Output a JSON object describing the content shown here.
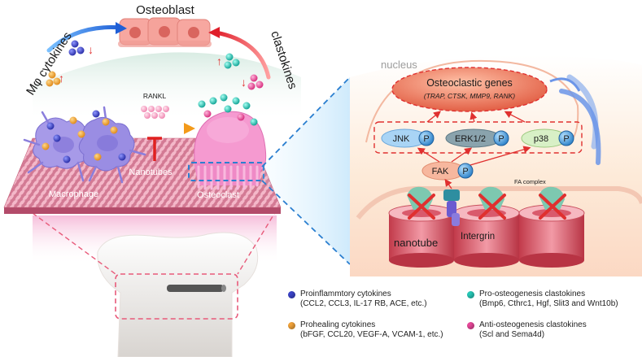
{
  "labels": {
    "osteoblast": "Osteoblast",
    "mphi_cytokines": "Mφ cytokines",
    "clastokines": "clastokines",
    "rankl": "RANKL",
    "nanotubes": "Nanotubes",
    "macrophage": "Macrophage",
    "osteoclast": "Osteoclast",
    "nucleus": "nucleus",
    "osteoclastic_genes": "Osteoclastic genes",
    "osteoclastic_genes_list": "(TRAP, CTSK, MMP9, RANK)",
    "jnk": "JNK",
    "erk": "ERK1/2",
    "p38": "p38",
    "p": "P",
    "fak": "FAK",
    "fa_complex": "FA complex",
    "nanotube": "nanotube",
    "integrin": "Intergrin",
    "up_arrow": "↑",
    "down_arrow": "↓"
  },
  "legend": [
    {
      "color": "#3b44c9",
      "title": "Proinflammtory cytokines",
      "detail": "(CCL2, CCL3, IL-17 RB, ACE, etc.)"
    },
    {
      "color": "#f2a33a",
      "title": "Prohealing cytokines",
      "detail": "(bFGF, CCL20, VEGF-A, VCAM-1, etc.)"
    },
    {
      "color": "#27c9b8",
      "title": "Pro-osteogenesis clastokines",
      "detail": "(Bmp6, Cthrc1, Hgf, Slit3 and Wnt10b)"
    },
    {
      "color": "#e8489a",
      "title": "Anti-osteogenesis clastokines",
      "detail": "(Scl and Sema4d)"
    }
  ],
  "colors": {
    "blue_arrow": "#2f7fe0",
    "red_arrow": "#e0302f",
    "inhibit": "#e02020",
    "substrate": "#e8a0b0",
    "cell_purple": "#9b8fe0",
    "osteoclast_pink": "#f07ac0",
    "nucleus_fill": "#ee7a62",
    "p_badge": "#4aa3df"
  }
}
